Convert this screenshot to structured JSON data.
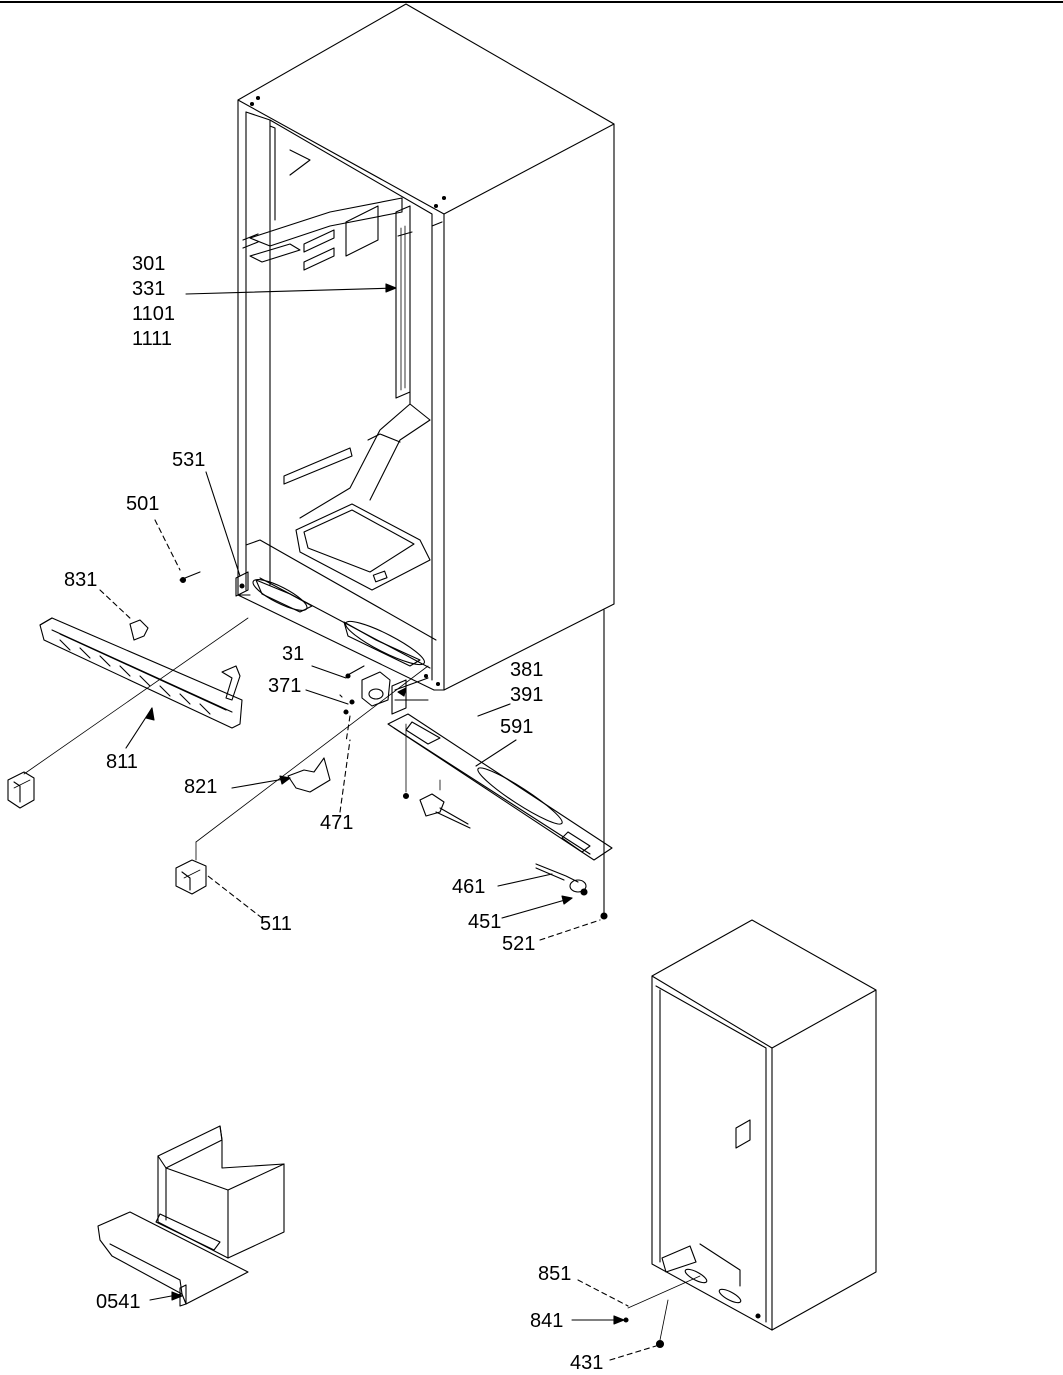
{
  "labels": {
    "cabinet_group": [
      "301",
      "331",
      "1101",
      "1111"
    ],
    "p531": "531",
    "p501": "501",
    "p831": "831",
    "p811": "811",
    "p31": "31",
    "p371": "371",
    "p381": "381",
    "p391": "391",
    "p591": "591",
    "p821": "821",
    "p471": "471",
    "p511": "511",
    "p461": "461",
    "p451": "451",
    "p521": "521",
    "p0541": "0541",
    "p851": "851",
    "p841": "841",
    "p431": "431"
  }
}
